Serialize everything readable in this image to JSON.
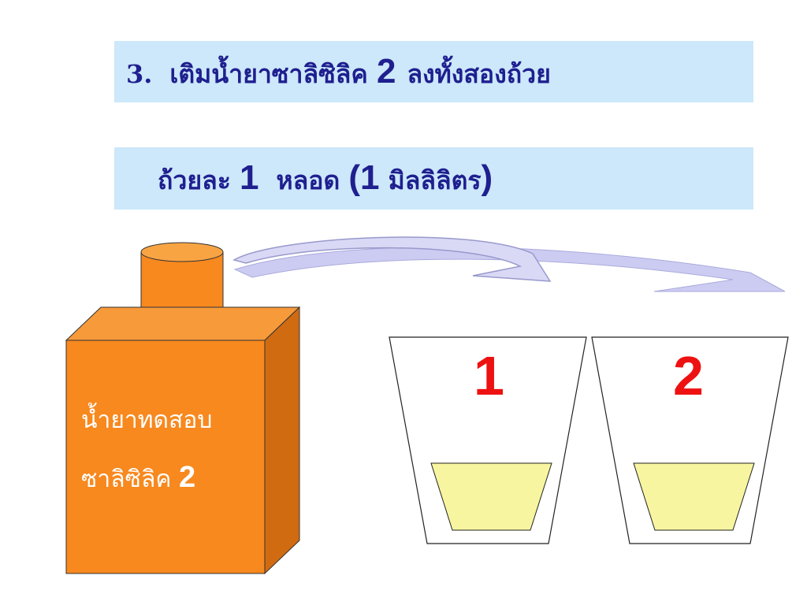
{
  "step": {
    "number": "3.",
    "text_before": "เติมน้ำยาซาลิซิลิค",
    "reagent_number": "2",
    "text_after": "ลงทั้งสองถ้วย"
  },
  "amount": {
    "text_before": "ถ้วยละ",
    "count": "1",
    "unit": "หลอด",
    "open_paren": "(",
    "volume_number": "1",
    "volume_unit": "มิลลิลิตร",
    "close_paren": ")"
  },
  "bottle": {
    "label_line1": "น้ำยาทดสอบ",
    "label_line2_text": "ซาลิซิลิค",
    "label_line2_number": "2"
  },
  "cups": [
    {
      "label": "1"
    },
    {
      "label": "2"
    }
  ],
  "colors": {
    "banner": "#cce8fa",
    "title_text": "#1f1f8f",
    "bottle_front": "#f7891f",
    "bottle_side": "#d06b12",
    "liquid": "#f7f5a0",
    "cup_number": "#ee1111",
    "arrow": "#ccccf2"
  },
  "icons": {
    "bottle": "reagent-bottle-icon",
    "cup": "cup-icon",
    "arrow": "curved-arrow-icon"
  }
}
